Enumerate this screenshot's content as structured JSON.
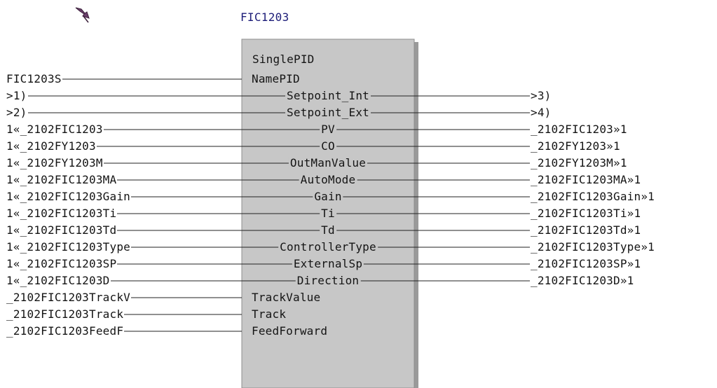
{
  "block": {
    "name": "FIC1203",
    "type": "SinglePID",
    "pin_icon": "pushpin-icon",
    "colors": {
      "block_fill": "#c7c7c7",
      "block_border": "#8c8c8c",
      "wire": "#222222",
      "title": "#1c1c78"
    }
  },
  "connections": [
    {
      "left": "FIC1203S",
      "pin": "NamePID",
      "right": null
    },
    {
      "left": ">1)",
      "pin": "Setpoint_Int",
      "right": ">3)"
    },
    {
      "left": ">2)",
      "pin": "Setpoint_Ext",
      "right": ">4)"
    },
    {
      "left": "1«_2102FIC1203",
      "pin": "PV",
      "right": "_2102FIC1203»1"
    },
    {
      "left": "1«_2102FY1203",
      "pin": "CO",
      "right": "_2102FY1203»1"
    },
    {
      "left": "1«_2102FY1203M",
      "pin": "OutManValue",
      "right": "_2102FY1203M»1"
    },
    {
      "left": "1«_2102FIC1203MA",
      "pin": "AutoMode",
      "right": "_2102FIC1203MA»1"
    },
    {
      "left": "1«_2102FIC1203Gain",
      "pin": "Gain",
      "right": "_2102FIC1203Gain»1"
    },
    {
      "left": "1«_2102FIC1203Ti",
      "pin": "Ti",
      "right": "_2102FIC1203Ti»1"
    },
    {
      "left": "1«_2102FIC1203Td",
      "pin": "Td",
      "right": "_2102FIC1203Td»1"
    },
    {
      "left": "1«_2102FIC1203Type",
      "pin": "ControllerType",
      "right": "_2102FIC1203Type»1"
    },
    {
      "left": "1«_2102FIC1203SP",
      "pin": "ExternalSp",
      "right": "_2102FIC1203SP»1"
    },
    {
      "left": "1«_2102FIC1203D",
      "pin": "Direction",
      "right": "_2102FIC1203D»1"
    },
    {
      "left": "_2102FIC1203TrackV",
      "pin": "TrackValue",
      "right": null
    },
    {
      "left": "_2102FIC1203Track",
      "pin": "Track",
      "right": null
    },
    {
      "left": "_2102FIC1203FeedF",
      "pin": "FeedForward",
      "right": null
    }
  ]
}
